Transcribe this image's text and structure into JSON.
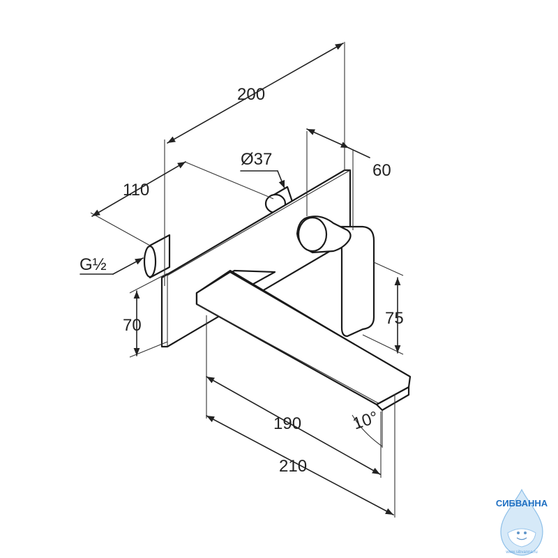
{
  "dimensions": {
    "width_total": "200",
    "depth_handle": "60",
    "pipe_diameter": "Ø37",
    "depth_connection": "110",
    "thread": "G½",
    "height_plate": "70",
    "height_handle": "75",
    "spout_projection": "190",
    "overall_projection": "210",
    "spout_angle": "10°"
  },
  "watermark": {
    "brand": "СИБВАННА",
    "url": "www.sibvanna.ru"
  }
}
